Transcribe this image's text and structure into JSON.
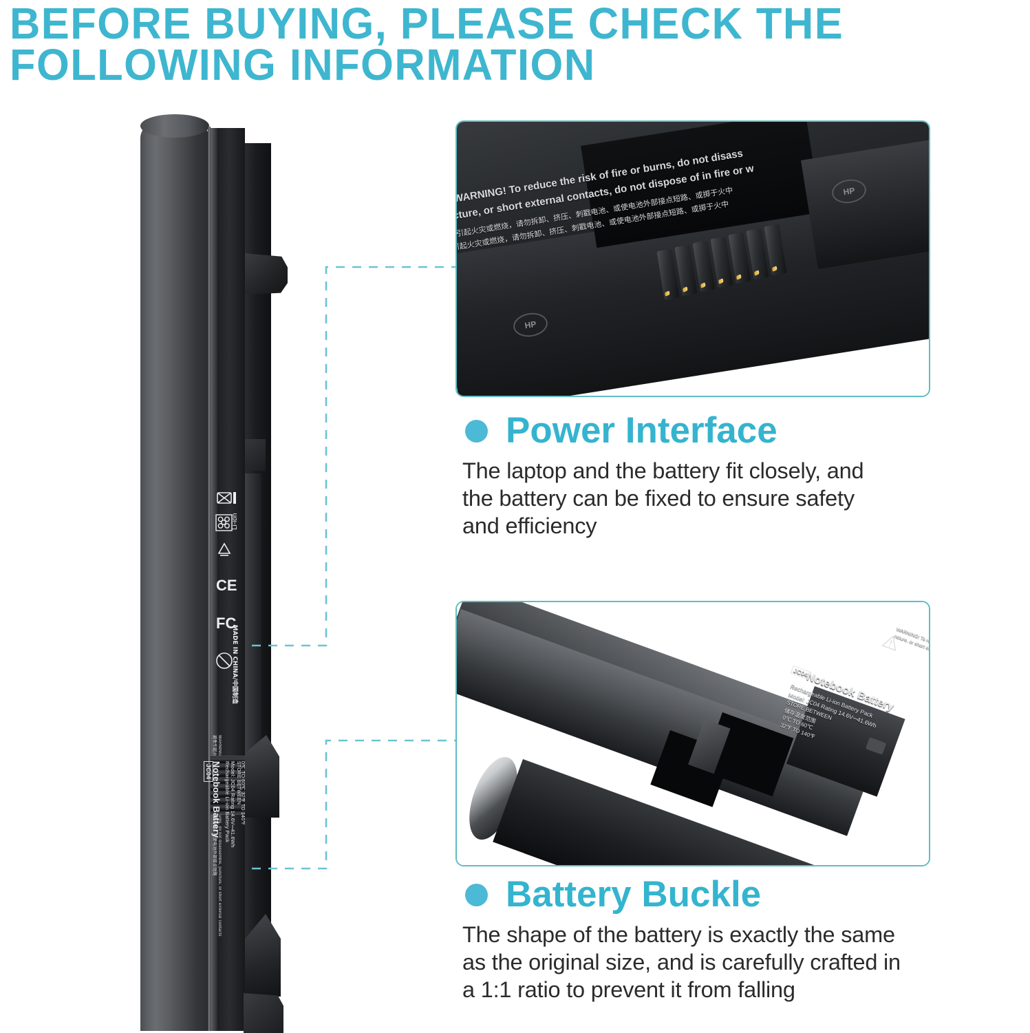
{
  "headline": "BEFORE BUYING, PLEASE CHECK THE\nFOLLOWING INFORMATION",
  "colors": {
    "accent_cyan": "#34b4ce",
    "headline_cyan": "#3fb6cf",
    "bullet_cyan": "#4cb9d6",
    "frame_border": "#5fbcc4",
    "body_text": "#2b2b2b",
    "background": "#ffffff"
  },
  "sections": [
    {
      "id": "power-interface",
      "title": "Power Interface",
      "body": "The laptop and the battery fit closely, and\nthe battery can be fixed to ensure safety\nand efficiency"
    },
    {
      "id": "battery-buckle",
      "title": "Battery Buckle",
      "body": "The shape of the battery is exactly the same\nas the original size, and is carefully crafted in\na 1:1 ratio to prevent it from falling"
    }
  ],
  "photos": {
    "top": {
      "caption": "close-up of laptop battery power connector with gold contact pins",
      "warning_line_1": "WARNING! To reduce the risk of fire or burns, do not disass",
      "warning_line_2": "ncture, or short external contacts, do not dispose of in fire or w",
      "warning_cn_1": "避免引起火灾或燃烧，请勿拆卸、挤压、刺戳电池、或使电池外部接点短路、或掷于火中",
      "warning_cn_2": "避免引起火灾或燃烧，请勿拆卸、挤压、刺戳电池、或使电池外部接点短路、或掷于火中",
      "badge": "HP"
    },
    "bottom": {
      "caption": "full view of JC04 notebook battery showing buckle end",
      "label_model_badge": "JC04",
      "label_title": "Notebook Battery",
      "label_line_1": "Rechargeable Li-ion Battery Pack",
      "label_line_2": "Model: JC04  Rating 14.6V⎓41.6Wh",
      "label_line_3": "STORE BETWEEN",
      "label_line_4": "储存温度范围",
      "label_line_5": "0℃ TO 60℃",
      "label_line_6": "32℉ TO 140℉",
      "warning_small": "WARNING! To reduce t",
      "warning_small_2": "ncture, or short exte"
    },
    "left": {
      "caption": "vertical side view of the JC04 notebook battery",
      "label_model_badge": "JC04",
      "label_title": "Notebook Battery",
      "label_line_1": "Rechargeable Li-ion Battery Pack",
      "label_line_2": "Model: JC04  Rating 14.6V⎓41.6Wh",
      "label_line_3": "STORE BETWEEN",
      "label_line_4": "0℃ TO 60℃  32℉ TO 140℉",
      "warning_line": "WARNING! To reduce the risk of fire or burns, do not disassemble, puncture, or short external contacts",
      "warning_cn": "避免引起火灾或燃烧，请勿拆卸、挤压、刺戳电池、或使电池外部接点短路",
      "made_in": "MADE IN CHINA/中国制造",
      "certs": [
        {
          "name": "weee-crossed-bin-icon",
          "label": ""
        },
        {
          "name": "li-ion-recycle-icon",
          "label": "Li-ion"
        },
        {
          "name": "recycle-icon",
          "label": ""
        },
        {
          "name": "ce-mark-icon",
          "label": "CE"
        },
        {
          "name": "fcc-mark-icon",
          "label": "FC"
        },
        {
          "name": "no-fire-icon",
          "label": ""
        }
      ]
    }
  },
  "connectors": [
    {
      "name": "power-interface-callout",
      "from": "battery-connector-pins",
      "to": "top-photo-frame"
    },
    {
      "name": "battery-buckle-callout",
      "from": "battery-buckle-end",
      "to": "bottom-photo-frame"
    }
  ]
}
